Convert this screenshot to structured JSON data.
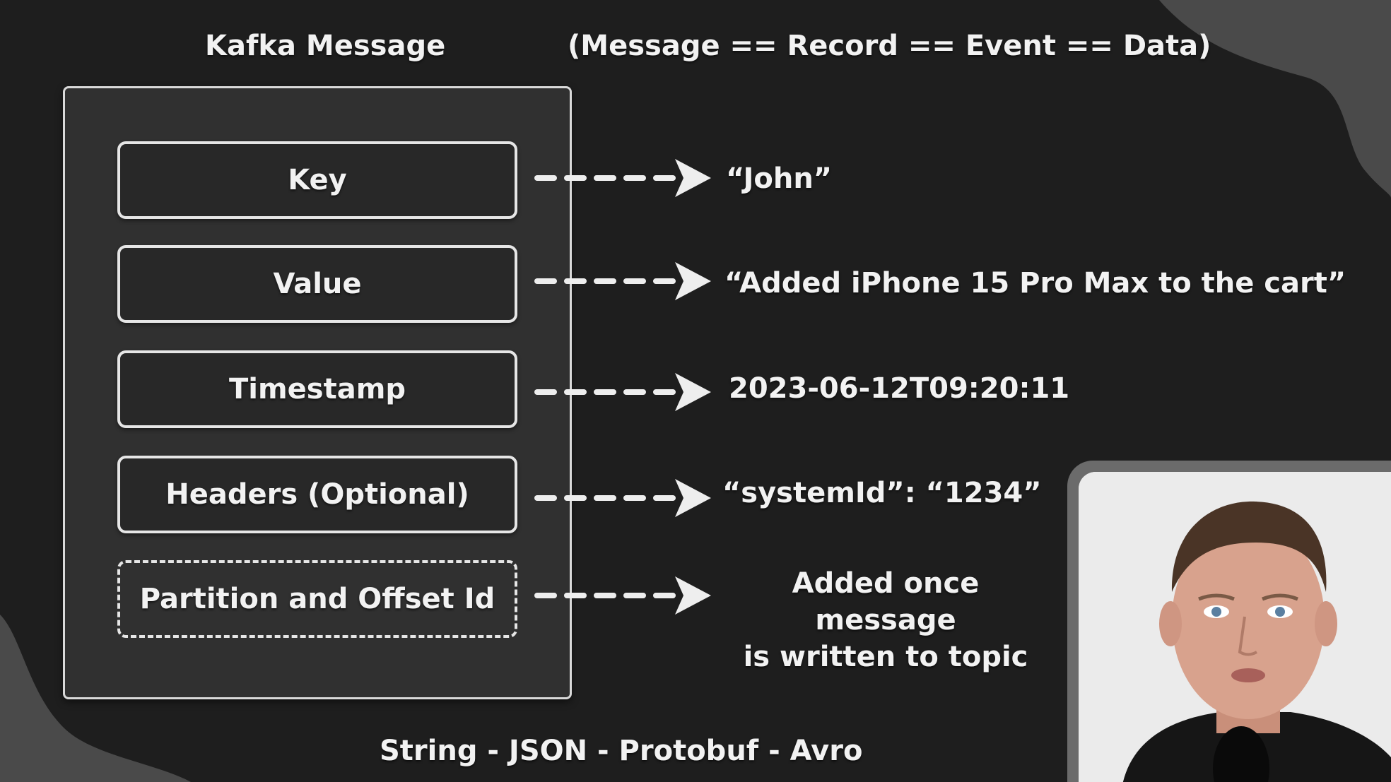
{
  "diagram": {
    "title": "Kafka Message",
    "equivalence_note": "(Message == Record == Event == Data)",
    "fields": [
      {
        "label": "Key",
        "example": "“John”"
      },
      {
        "label": "Value",
        "example": "“Added iPhone 15 Pro Max to the cart”"
      },
      {
        "label": "Timestamp",
        "example": "2023-06-12T09:20:11"
      },
      {
        "label": "Headers (Optional)",
        "example": "“systemId”: “1234”"
      },
      {
        "label": "Partition and Offset Id",
        "example_lines": [
          "Added once message",
          "is written to topic"
        ]
      }
    ],
    "formats": "String - JSON - Protobuf - Avro"
  },
  "colors": {
    "background": "#1e1e1e",
    "box_fill": "#303030",
    "stroke": "#e6e6e6",
    "blob": "#4a4a4a"
  }
}
